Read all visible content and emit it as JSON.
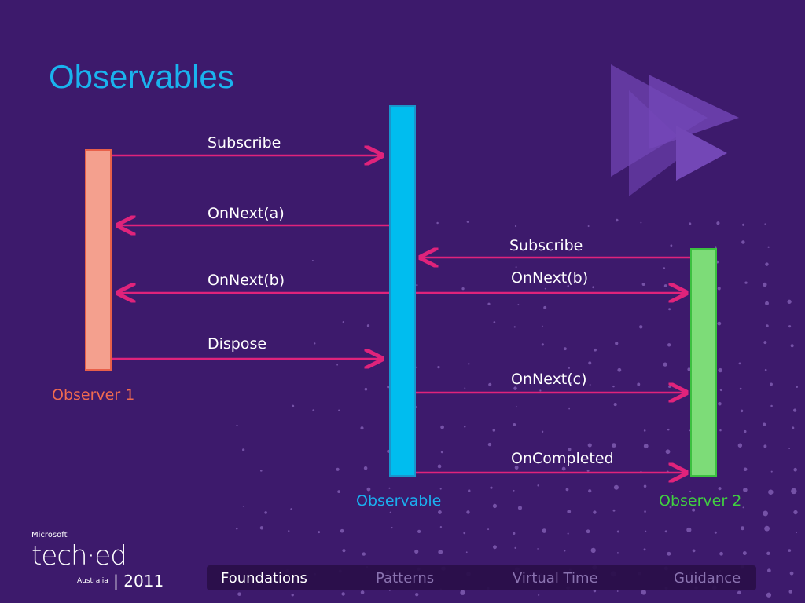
{
  "title": "Observables",
  "colors": {
    "background": "#3d1a6c",
    "arrow": "#e0237b",
    "observer1": "#f4a08e",
    "observable": "#00bdef",
    "observer2": "#7ddc78",
    "title": "#1ab3ee"
  },
  "participants": {
    "observer1": "Observer 1",
    "observable": "Observable",
    "observer2": "Observer 2"
  },
  "messages": [
    {
      "label": "Subscribe",
      "from": "Observer 1",
      "to": "Observable"
    },
    {
      "label": "OnNext(a)",
      "from": "Observable",
      "to": "Observer 1"
    },
    {
      "label": "Subscribe",
      "from": "Observer 2",
      "to": "Observable"
    },
    {
      "label": "OnNext(b)",
      "from": "Observable",
      "to": "Observer 1"
    },
    {
      "label": "OnNext(b)",
      "from": "Observable",
      "to": "Observer 2"
    },
    {
      "label": "Dispose",
      "from": "Observer 1",
      "to": "Observable"
    },
    {
      "label": "OnNext(c)",
      "from": "Observable",
      "to": "Observer 2"
    },
    {
      "label": "OnCompleted",
      "from": "Observable",
      "to": "Observer 2"
    }
  ],
  "logo": {
    "brand": "Microsoft",
    "name": "tech·ed",
    "region": "Australia",
    "year": "2011"
  },
  "nav": [
    "Foundations",
    "Patterns",
    "Virtual Time",
    "Guidance"
  ],
  "nav_active": 0
}
